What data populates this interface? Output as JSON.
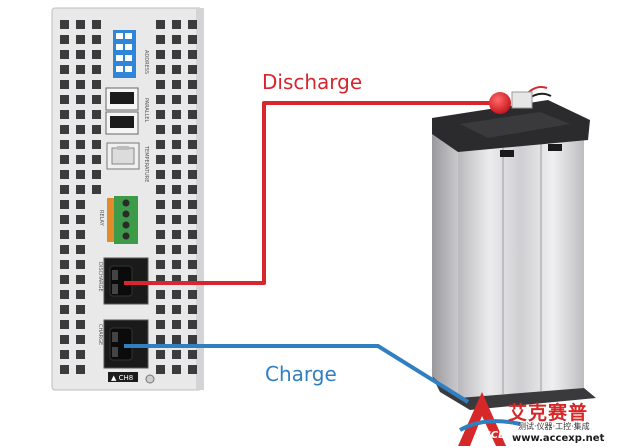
{
  "labels": {
    "discharge": "Discharge",
    "charge": "Charge"
  },
  "device": {
    "switch_label": "ADDRESS",
    "port1_label": "PARALLEL",
    "port2_label": "TEMPERATURE",
    "terminal_label": "RELAY",
    "discharge_port_label": "DISCHARGE",
    "charge_port_label": "CHARGE",
    "channel_badge": "▲ CH8"
  },
  "watermark": {
    "brand_cn": "艾克赛普",
    "brand_mark": "ACCEXP",
    "tagline": "测试·仪器·工控·集成",
    "url": "www.accexp.net"
  },
  "colors": {
    "discharge": "#d7262d",
    "charge": "#2f7fc1",
    "panel": "#e9e9ea",
    "hole": "#3b3b3d",
    "battery_body": "#d9d9db",
    "battery_top": "#2b2b2d"
  }
}
